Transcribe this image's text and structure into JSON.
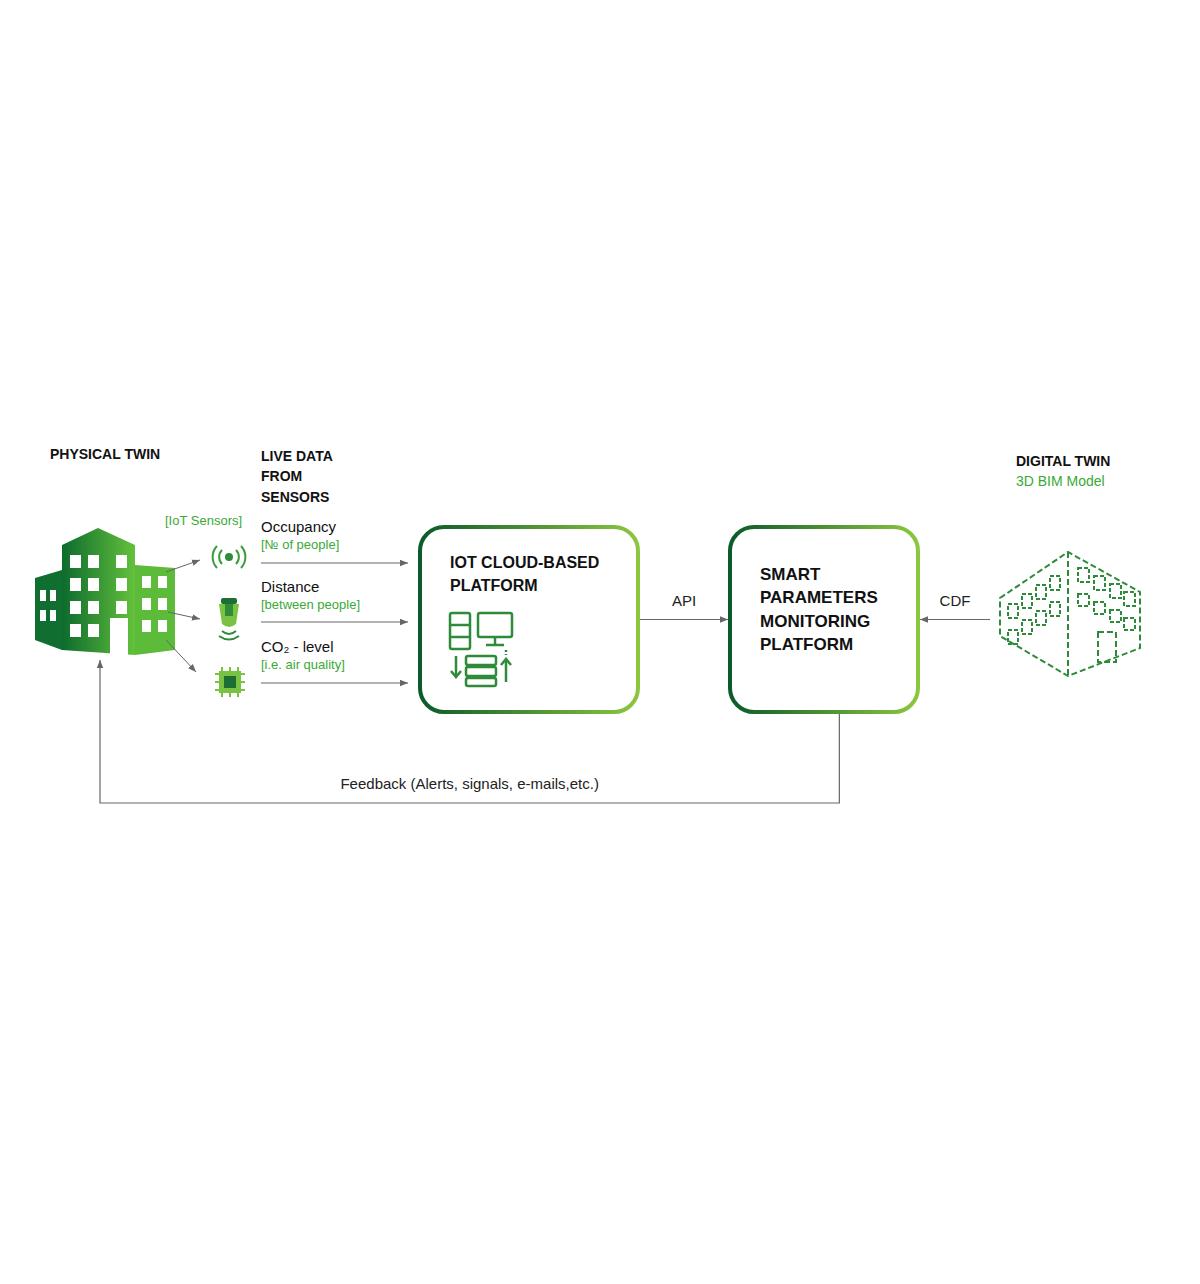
{
  "diagram": {
    "nodes": [
      {
        "text": [
          "PHYSICAL TWIN"
        ]
      },
      {
        "text": [
          "IOT CLOUD-BASED PLATFORM"
        ]
      },
      {
        "text": [
          "SMART PARAMETERS MONITORING PLATFORM"
        ]
      },
      {
        "text": [
          "DIGITAL TWIN",
          "3D BIM Model"
        ]
      }
    ],
    "edges": [
      {
        "from": 1,
        "to": 2,
        "label": "API",
        "arrow": "to"
      },
      {
        "from": 3,
        "to": 2,
        "label": "CDF",
        "arrow": "to"
      },
      {
        "from": 2,
        "to": 0,
        "label": "Feedback (Alerts, signals, e-mails,etc.)",
        "arrow": "to"
      }
    ],
    "labels": [
      "LIVE DATA FROM SENSORS",
      "[IoT Sensors]",
      "Occupancy",
      "[№ of people]",
      "Distance",
      "[between people]",
      "CO₂ - level",
      "[i.e. air quality]"
    ]
  }
}
